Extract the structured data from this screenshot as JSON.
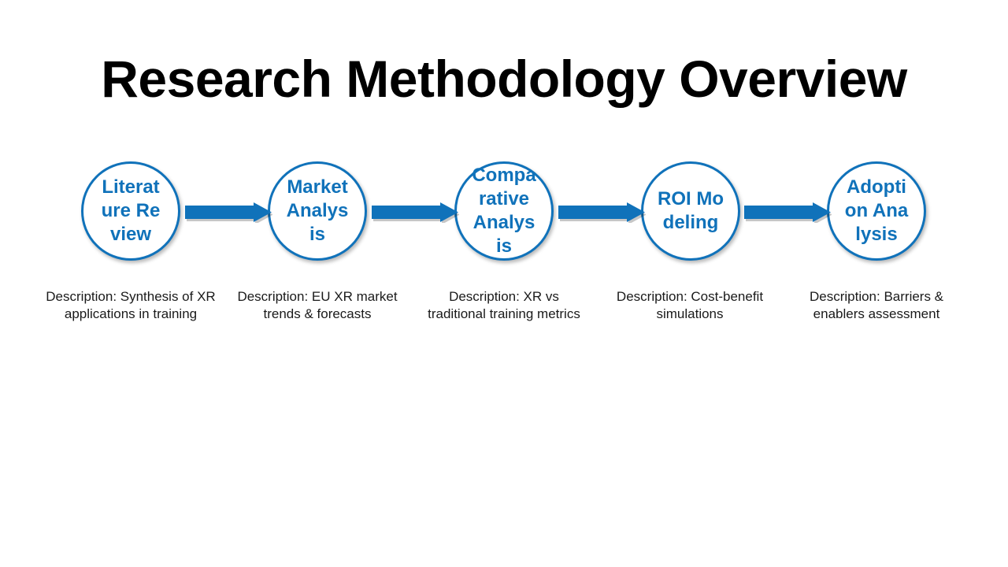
{
  "slide": {
    "title": "Research Methodology Overview",
    "background_color": "#FFFFFF",
    "accent_color": "#1072BA",
    "text_color": "#1A1A1A"
  },
  "flow": {
    "stages": [
      {
        "label": "Literature Review",
        "description": "Description: Synthesis of XR applications in training"
      },
      {
        "label": "Market Analysis",
        "description": "Description: EU XR market trends & forecasts"
      },
      {
        "label": "Comparative Analysis",
        "description": "Description: XR vs traditional training metrics"
      },
      {
        "label": "ROI Modeling",
        "description": "Description: Cost-benefit simulations"
      },
      {
        "label": "Adoption Analysis",
        "description": "Description: Barriers & enablers assessment"
      }
    ],
    "connectors": [
      {
        "name": "arrow-right-icon"
      },
      {
        "name": "arrow-right-icon"
      },
      {
        "name": "arrow-right-icon"
      },
      {
        "name": "arrow-right-icon"
      }
    ]
  }
}
